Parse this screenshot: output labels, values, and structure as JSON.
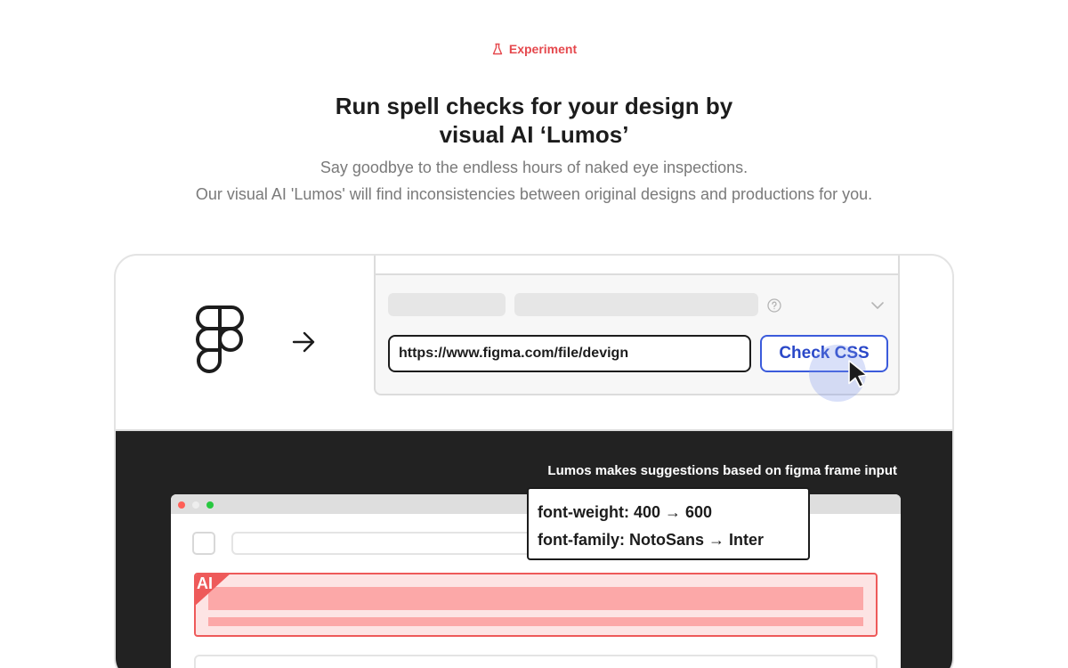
{
  "eyebrow": {
    "label": "Experiment",
    "icon": "flask-icon",
    "color": "#e5484d"
  },
  "headline": {
    "line1": "Run spell checks for your design by",
    "line2": "visual AI ‘Lumos’"
  },
  "subtitle": {
    "line1": "Say goodbye to the endless hours of naked eye inspections.",
    "line2": "Our visual AI 'Lumos' will find inconsistencies between original designs and productions for you."
  },
  "demo": {
    "figma_icon": "figma-logo-icon",
    "arrow_icon": "arrow-right-icon",
    "url_input": {
      "value": "https://www.figma.com/file/devign"
    },
    "check_button": {
      "label": "Check CSS",
      "color": "#3b5bdb"
    },
    "caption": "Lumos makes suggestions based on figma frame input",
    "ai_tag": "AI",
    "suggestions": [
      "font-weight: 400 → 600",
      "font-family: NotoSans → Inter"
    ]
  }
}
